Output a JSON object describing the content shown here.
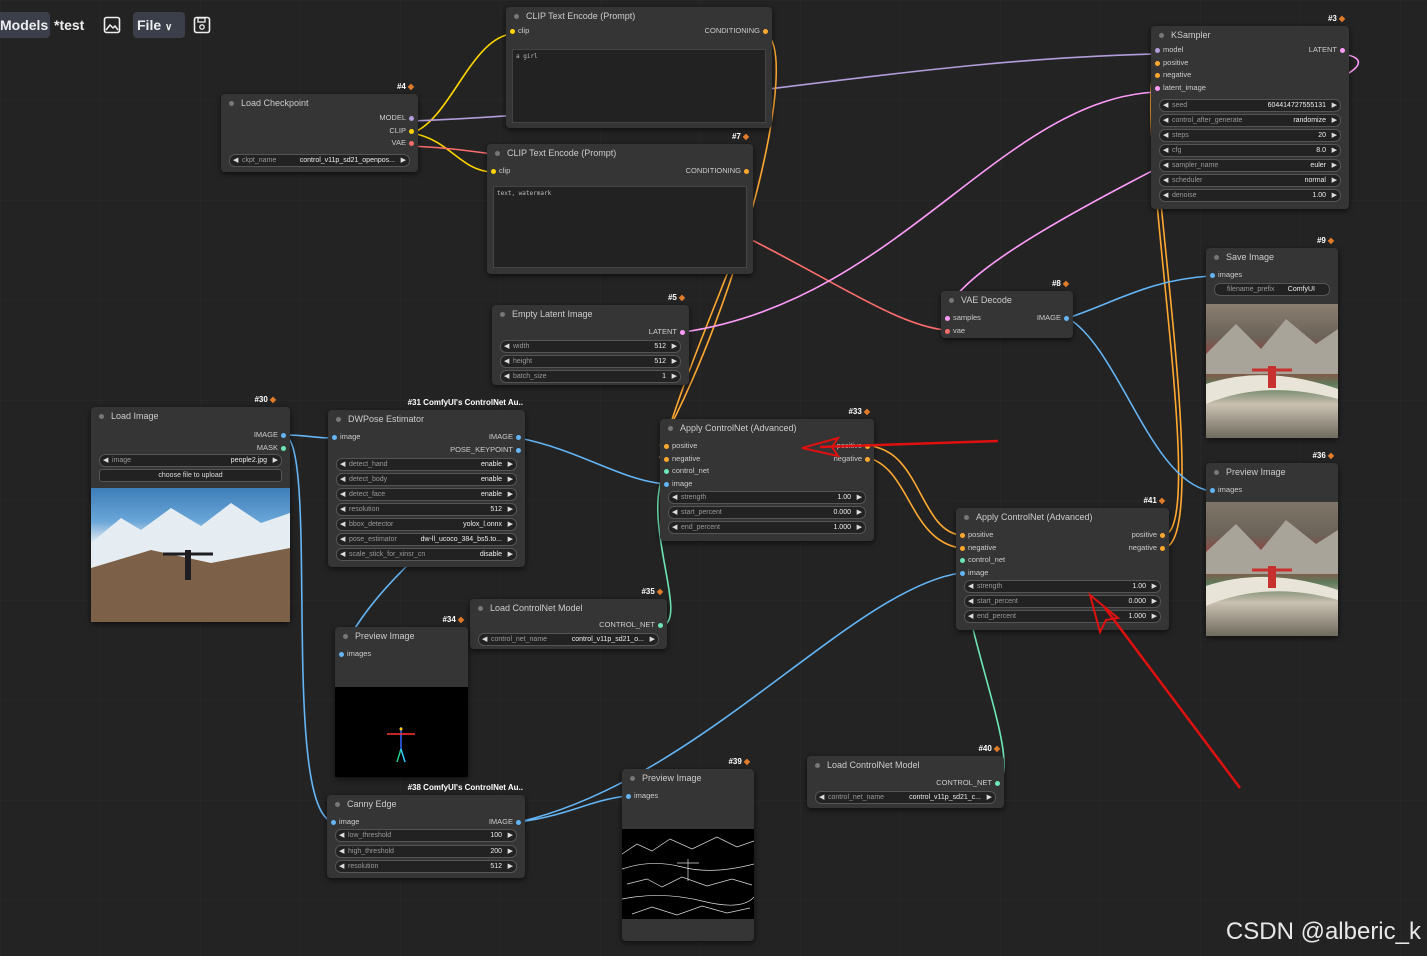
{
  "toolbar": {
    "models_label": "Models",
    "workflow_name": "*test",
    "file_label": "File"
  },
  "nodes": {
    "n6": {
      "title": "CLIP Text Encode (Prompt)",
      "in_clip": "clip",
      "out": "CONDITIONING",
      "text": "a girl"
    },
    "n7": {
      "id": "#7",
      "title": "CLIP Text Encode (Prompt)",
      "in_clip": "clip",
      "out": "CONDITIONING",
      "text": "text, watermark"
    },
    "n4": {
      "id": "#4",
      "title": "Load Checkpoint",
      "out_model": "MODEL",
      "out_clip": "CLIP",
      "out_vae": "VAE",
      "ckpt_label": "ckpt_name",
      "ckpt_value": "control_v11p_sd21_openpos..."
    },
    "n3": {
      "id": "#3",
      "title": "KSampler",
      "in_model": "model",
      "in_positive": "positive",
      "in_negative": "negative",
      "in_latent": "latent_image",
      "out": "LATENT",
      "widgets": [
        {
          "label": "seed",
          "value": "604414727555131"
        },
        {
          "label": "control_after_generate",
          "value": "randomize"
        },
        {
          "label": "steps",
          "value": "20"
        },
        {
          "label": "cfg",
          "value": "8.0"
        },
        {
          "label": "sampler_name",
          "value": "euler"
        },
        {
          "label": "scheduler",
          "value": "normal"
        },
        {
          "label": "denoise",
          "value": "1.00"
        }
      ]
    },
    "n5": {
      "id": "#5",
      "title": "Empty Latent Image",
      "out": "LATENT",
      "widgets": [
        {
          "label": "width",
          "value": "512"
        },
        {
          "label": "height",
          "value": "512"
        },
        {
          "label": "batch_size",
          "value": "1"
        }
      ]
    },
    "n8": {
      "id": "#8",
      "title": "VAE Decode",
      "in_samples": "samples",
      "in_vae": "vae",
      "out": "IMAGE"
    },
    "n9": {
      "id": "#9",
      "title": "Save Image",
      "in_images": "images",
      "prefix_label": "filename_prefix",
      "prefix_value": "ComfyUI"
    },
    "n36": {
      "id": "#36",
      "title": "Preview Image",
      "in_images": "images"
    },
    "n30": {
      "id": "#30",
      "title": "Load Image",
      "out_image": "IMAGE",
      "out_mask": "MASK",
      "image_label": "image",
      "image_value": "people2.jpg",
      "upload": "choose file to upload"
    },
    "n31": {
      "id": "#31 ComfyUI's ControlNet Au..",
      "title": "DWPose Estimator",
      "in_image": "image",
      "out_image": "IMAGE",
      "out_kp": "POSE_KEYPOINT",
      "widgets": [
        {
          "label": "detect_hand",
          "value": "enable"
        },
        {
          "label": "detect_body",
          "value": "enable"
        },
        {
          "label": "detect_face",
          "value": "enable"
        },
        {
          "label": "resolution",
          "value": "512"
        },
        {
          "label": "bbox_detector",
          "value": "yolox_l.onnx"
        },
        {
          "label": "pose_estimator",
          "value": "dw-ll_ucoco_384_bs5.to..."
        },
        {
          "label": "scale_stick_for_xinsr_cn",
          "value": "disable"
        }
      ]
    },
    "n33": {
      "id": "#33",
      "title": "Apply ControlNet (Advanced)",
      "in_positive": "positive",
      "in_negative": "negative",
      "in_cn": "control_net",
      "in_image": "image",
      "out_positive": "positive",
      "out_negative": "negative",
      "widgets": [
        {
          "label": "strength",
          "value": "1.00"
        },
        {
          "label": "start_percent",
          "value": "0.000"
        },
        {
          "label": "end_percent",
          "value": "1.000"
        }
      ]
    },
    "n41": {
      "id": "#41",
      "title": "Apply ControlNet (Advanced)",
      "in_positive": "positive",
      "in_negative": "negative",
      "in_cn": "control_net",
      "in_image": "image",
      "out_positive": "positive",
      "out_negative": "negative",
      "widgets": [
        {
          "label": "strength",
          "value": "1.00"
        },
        {
          "label": "start_percent",
          "value": "0.000"
        },
        {
          "label": "end_percent",
          "value": "1.000"
        }
      ]
    },
    "n35": {
      "id": "#35",
      "title": "Load ControlNet Model",
      "out": "CONTROL_NET",
      "cn_label": "control_net_name",
      "cn_value": "control_v11p_sd21_o..."
    },
    "n40": {
      "id": "#40",
      "title": "Load ControlNet Model",
      "out": "CONTROL_NET",
      "cn_label": "control_net_name",
      "cn_value": "control_v11p_sd21_c..."
    },
    "n34": {
      "id": "#34",
      "title": "Preview Image",
      "in_images": "images"
    },
    "n38": {
      "id": "#38 ComfyUI's ControlNet Au..",
      "title": "Canny Edge",
      "in_image": "image",
      "out": "IMAGE",
      "widgets": [
        {
          "label": "low_threshold",
          "value": "100"
        },
        {
          "label": "high_threshold",
          "value": "200"
        },
        {
          "label": "resolution",
          "value": "512"
        }
      ]
    },
    "n39": {
      "id": "#39",
      "title": "Preview Image",
      "in_images": "images"
    }
  },
  "colors": {
    "model": "#b39ddb",
    "clip": "#ffd500",
    "vae": "#ff6e6e",
    "conditioning": "#ffa931",
    "latent": "#ff9cf9",
    "image": "#64b5f6",
    "control_net": "#6ee7b7",
    "annotation": "#e01010"
  },
  "watermark": "CSDN @alberic_k"
}
